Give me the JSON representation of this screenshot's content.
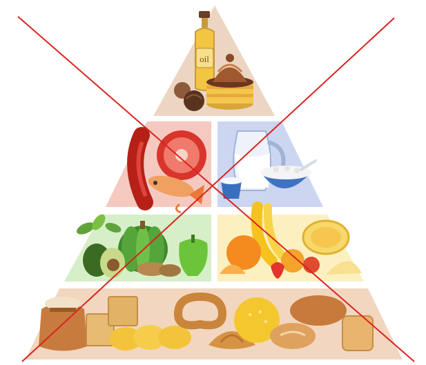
{
  "pyramid": {
    "tiers": [
      {
        "name": "fats-sweets",
        "foods": [
          "oil-bottle-icon",
          "cake-icon",
          "chocolate-icon"
        ]
      },
      {
        "name": "protein",
        "foods": [
          "sausage-icon",
          "steak-icon",
          "fish-icon"
        ]
      },
      {
        "name": "dairy",
        "foods": [
          "milk-jug-icon",
          "cottage-cheese-icon",
          "yogurt-icon"
        ]
      },
      {
        "name": "vegetables",
        "foods": [
          "pepper-icon",
          "pumpkin-icon",
          "avocado-icon",
          "potato-icon",
          "leaf-greens-icon"
        ]
      },
      {
        "name": "fruits",
        "foods": [
          "banana-icon",
          "orange-icon",
          "melon-icon",
          "strawberry-icon"
        ]
      },
      {
        "name": "grains",
        "foods": [
          "flour-sack-icon",
          "crackers-icon",
          "challah-icon",
          "pretzel-icon",
          "croissant-icon",
          "bread-loaf-icon"
        ]
      }
    ],
    "bottle_label": "oil"
  },
  "colors": {
    "top_tier": "#ecd6c2",
    "protein_tier": "#f5c9c0",
    "dairy_tier": "#cdd6f1",
    "vegetable_tier": "#d6efc8",
    "fruit_tier": "#fdf0c0",
    "grain_tier": "#f2d6bf",
    "cross_line": "#d8231f"
  }
}
